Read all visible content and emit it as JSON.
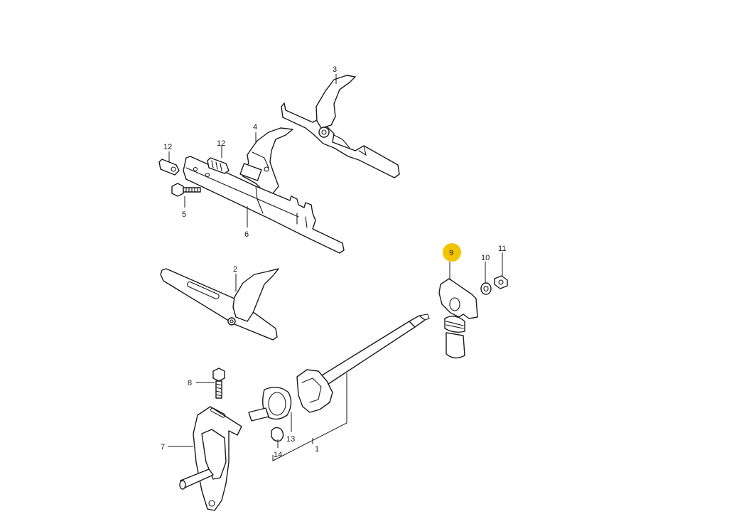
{
  "diagram": {
    "labels": {
      "p1": "1",
      "p2": "2",
      "p3": "3",
      "p4": "4",
      "p5": "5",
      "p6": "6",
      "p7": "7",
      "p8": "8",
      "p9": "9",
      "p10": "10",
      "p11": "11",
      "p12a": "12",
      "p12b": "12",
      "p13": "13",
      "p14": "14"
    },
    "highlighted_part": "9",
    "highlight_color": "#f2c500"
  }
}
